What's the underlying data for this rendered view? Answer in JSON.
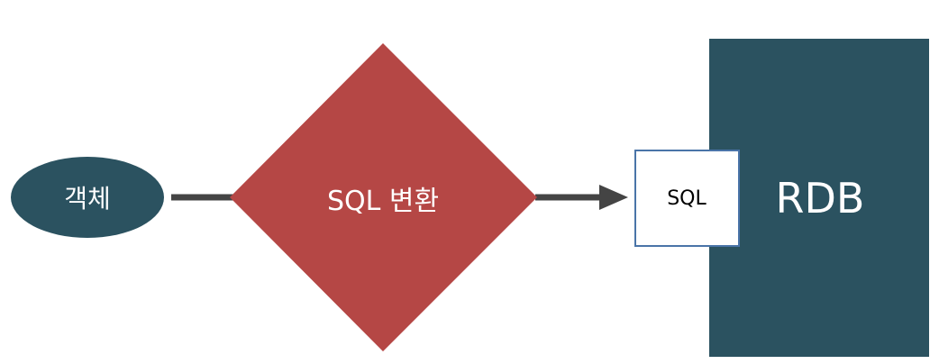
{
  "nodes": {
    "object": {
      "label": "객체"
    },
    "transform": {
      "label": "SQL 변환"
    },
    "sql": {
      "label": "SQL"
    },
    "rdb": {
      "label": "RDB"
    }
  },
  "colors": {
    "object_fill": "#2b5260",
    "transform_fill": "#b54745",
    "rdb_fill": "#2b5260",
    "sql_border": "#4a74a8",
    "connector": "#444444"
  }
}
